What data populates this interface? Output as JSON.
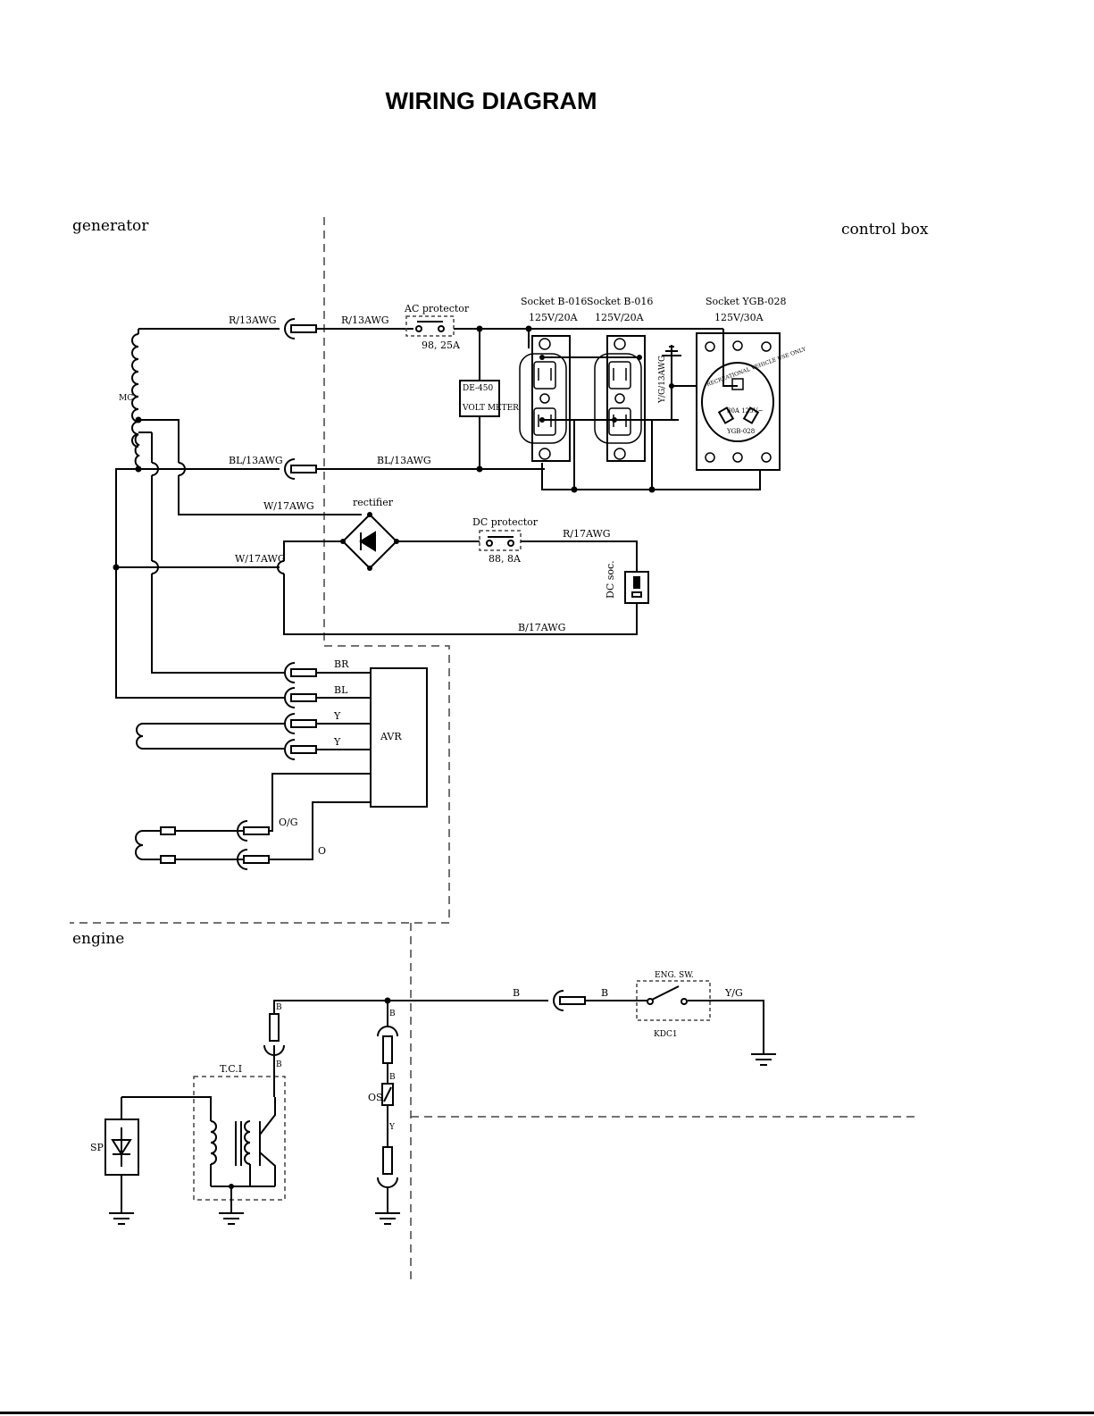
{
  "title": "WIRING DIAGRAM",
  "sections": {
    "generator": "generator",
    "control_box": "control box",
    "engine": "engine"
  },
  "wires": {
    "r13": "R/13AWG",
    "bl13": "BL/13AWG",
    "w17": "W/17AWG",
    "r17": "R/17AWG",
    "b17": "B/17AWG",
    "yg13": "Y/G/13AWG",
    "br": "BR",
    "bl": "BL",
    "y": "Y",
    "og": "O/G",
    "o": "O",
    "b": "B",
    "yg": "Y/G"
  },
  "components": {
    "ac_protector": {
      "name": "AC protector",
      "rating": "98, 25A"
    },
    "dc_protector": {
      "name": "DC protector",
      "rating": "88, 8A"
    },
    "rectifier": "rectifier",
    "volt_meter": {
      "model": "DE-450",
      "name": "VOLT METER"
    },
    "socket1": {
      "name": "Socket B-016",
      "rating": "125V/20A"
    },
    "socket2": {
      "name": "Socket B-016",
      "rating": "125V/20A"
    },
    "socket3": {
      "name": "Socket YGB-028",
      "rating": "125V/30A",
      "face_lettering": "RECREATIONAL VEHICLE USE ONLY",
      "face_rating": "30A 125V~",
      "face_model": "YGB-028"
    },
    "dc_socket": "DC soc.",
    "mc": "MC",
    "avr": "AVR",
    "eng_switch": {
      "name": "ENG. SW.",
      "model": "KDC1"
    },
    "tci": "T.C.I",
    "sp": "SP",
    "os": "OS"
  }
}
